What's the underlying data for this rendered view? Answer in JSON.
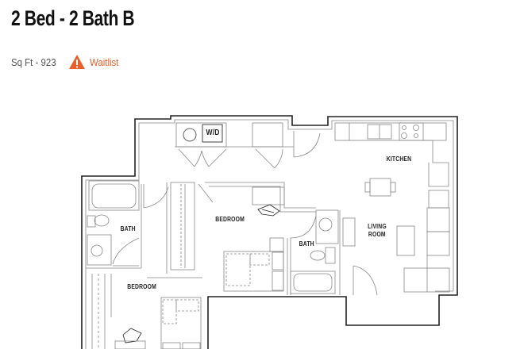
{
  "unit": {
    "title": "2 Bed - 2 Bath B",
    "sqft_label": "Sq Ft - 923",
    "status": "Waitlist",
    "status_icon": "warning-triangle-icon",
    "status_color": "#e8602c"
  },
  "floorplan": {
    "labels": {
      "wd": "W/D",
      "kitchen": "KITCHEN",
      "bath_left": "BATH",
      "bedroom_center": "BEDROOM",
      "bath_center": "BATH",
      "living_room_line1": "LIVING",
      "living_room_line2": "ROOM",
      "bedroom_lower": "BEDROOM"
    }
  }
}
